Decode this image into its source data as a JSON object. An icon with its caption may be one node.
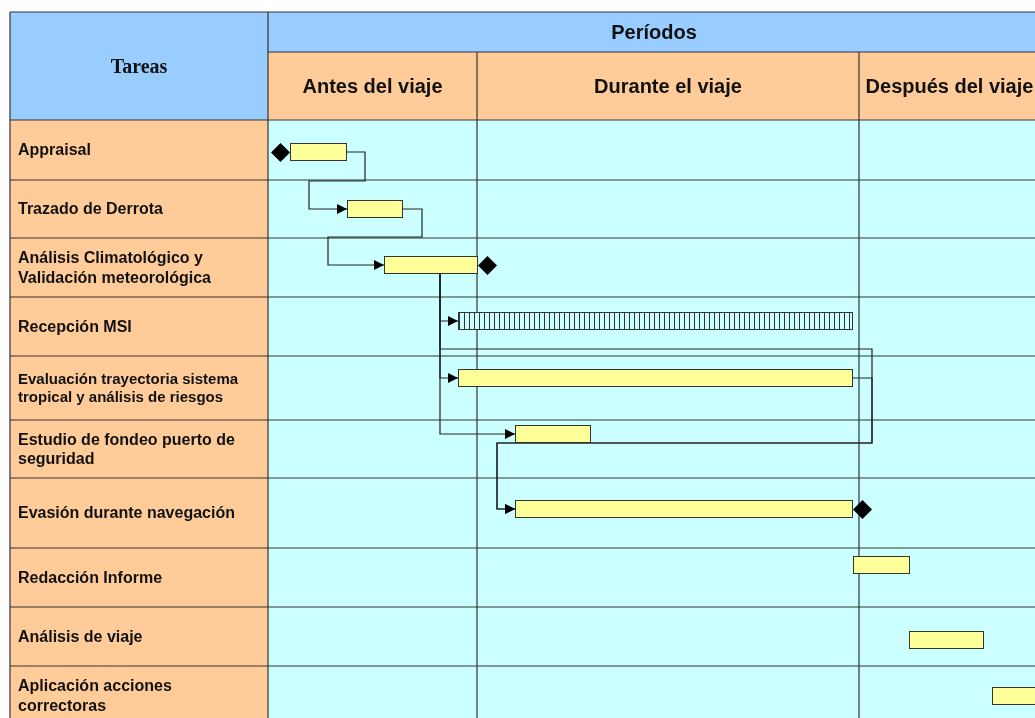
{
  "diagram": {
    "nodes": [
      {
        "text": [],
        "shape": "diamond"
      },
      {
        "text": [],
        "shape": "bar"
      },
      {
        "text": [],
        "shape": "bar"
      },
      {
        "text": [],
        "shape": "bar"
      },
      {
        "text": [],
        "shape": "diamond"
      },
      {
        "text": [],
        "shape": "bar"
      },
      {
        "text": [],
        "shape": "bar"
      },
      {
        "text": [],
        "shape": "bar"
      },
      {
        "text": [],
        "shape": "bar"
      },
      {
        "text": [],
        "shape": "diamond"
      },
      {
        "text": [],
        "shape": "bar"
      },
      {
        "text": [],
        "shape": "bar"
      },
      {
        "text": [],
        "shape": "bar"
      }
    ],
    "edges": [
      {
        "from": 1,
        "to": 2,
        "arrow": "to"
      },
      {
        "from": 2,
        "to": 3,
        "arrow": "to"
      },
      {
        "from": 3,
        "to": 5,
        "arrow": "to"
      },
      {
        "from": 3,
        "to": 6,
        "arrow": "to"
      },
      {
        "from": 3,
        "to": 7,
        "arrow": "to"
      },
      {
        "from": 3,
        "to": 8,
        "arrow": "to"
      },
      {
        "from": 6,
        "to": 8,
        "arrow": "to"
      }
    ],
    "labels": [
      "Tareas",
      "Períodos",
      "Antes del viaje",
      "Durante el viaje",
      "Después del viaje",
      "Appraisal",
      "Trazado de Derrota",
      "Análisis Climatológico y Validación meteorológica",
      "Recepción MSI",
      "Evaluación trayectoria sistema tropical y análisis de riesgos",
      "Estudio de fondeo puerto de seguridad",
      "Evasión durante navegación",
      "Redacción Informe",
      "Análisis de viaje",
      "Aplicación acciones correctoras"
    ]
  }
}
